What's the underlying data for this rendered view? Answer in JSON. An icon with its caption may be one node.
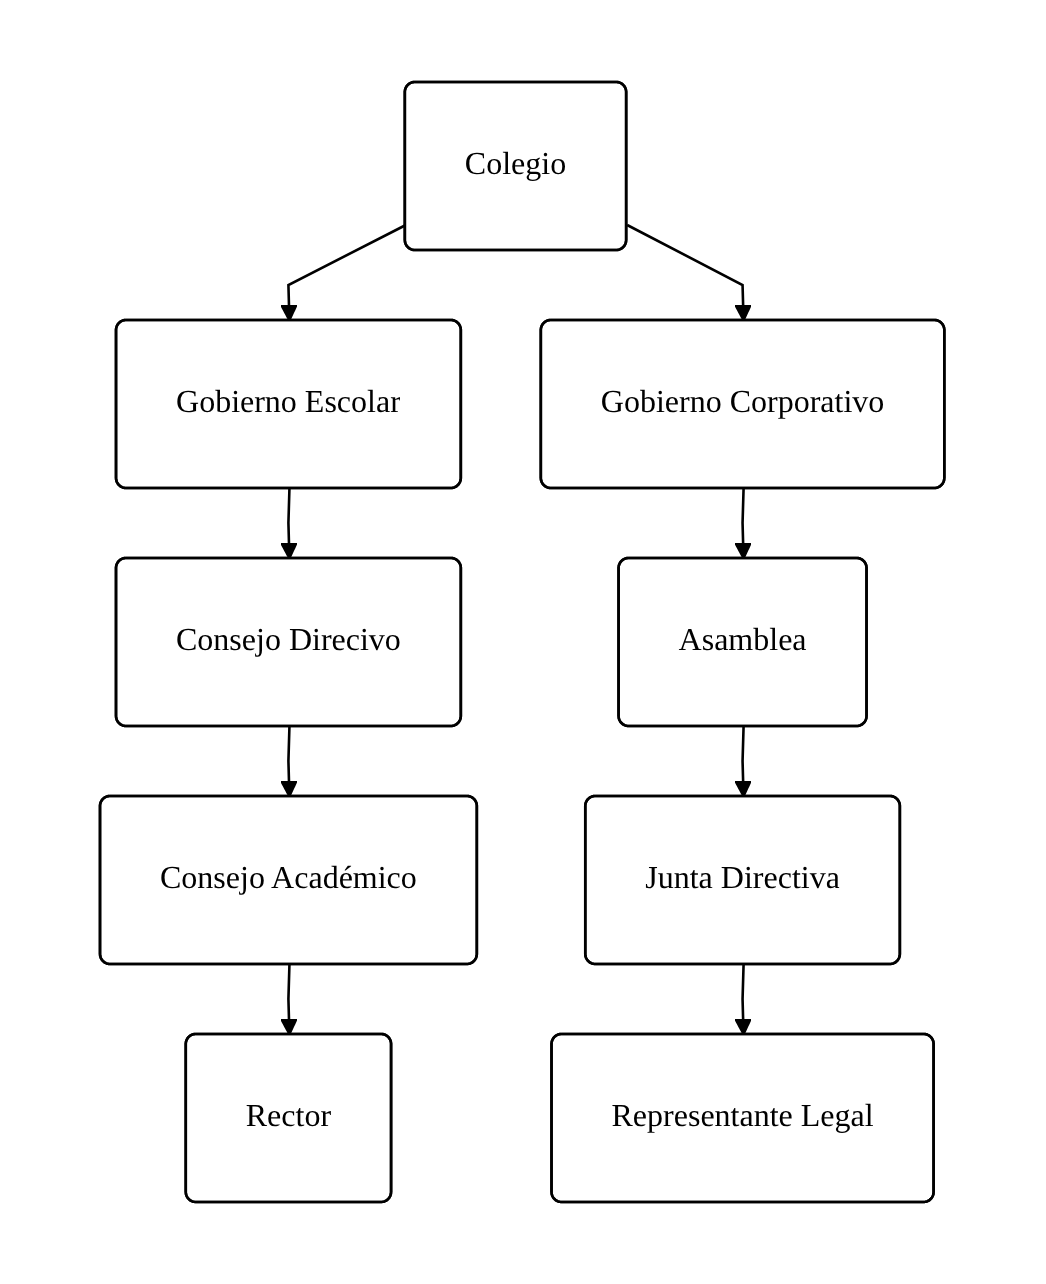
{
  "diagram": {
    "nodes": [
      {
        "text": [
          "Colegio"
        ]
      },
      {
        "text": [
          "Gobierno Escolar"
        ]
      },
      {
        "text": [
          "Consejo Direcivo"
        ]
      },
      {
        "text": [
          "Consejo Académico"
        ]
      },
      {
        "text": [
          "Rector"
        ]
      },
      {
        "text": [
          "Gobierno Corporativo"
        ]
      },
      {
        "text": [
          "Asamblea"
        ]
      },
      {
        "text": [
          "Junta Directiva"
        ]
      },
      {
        "text": [
          "Representante Legal"
        ]
      }
    ],
    "edges": [
      {
        "from": 0,
        "to": 1,
        "arrow": "to"
      },
      {
        "from": 0,
        "to": 5,
        "arrow": "to"
      },
      {
        "from": 1,
        "to": 2,
        "arrow": "to"
      },
      {
        "from": 2,
        "to": 3,
        "arrow": "to"
      },
      {
        "from": 3,
        "to": 4,
        "arrow": "to"
      },
      {
        "from": 5,
        "to": 6,
        "arrow": "to"
      },
      {
        "from": 6,
        "to": 7,
        "arrow": "to"
      },
      {
        "from": 7,
        "to": 8,
        "arrow": "to"
      }
    ]
  }
}
